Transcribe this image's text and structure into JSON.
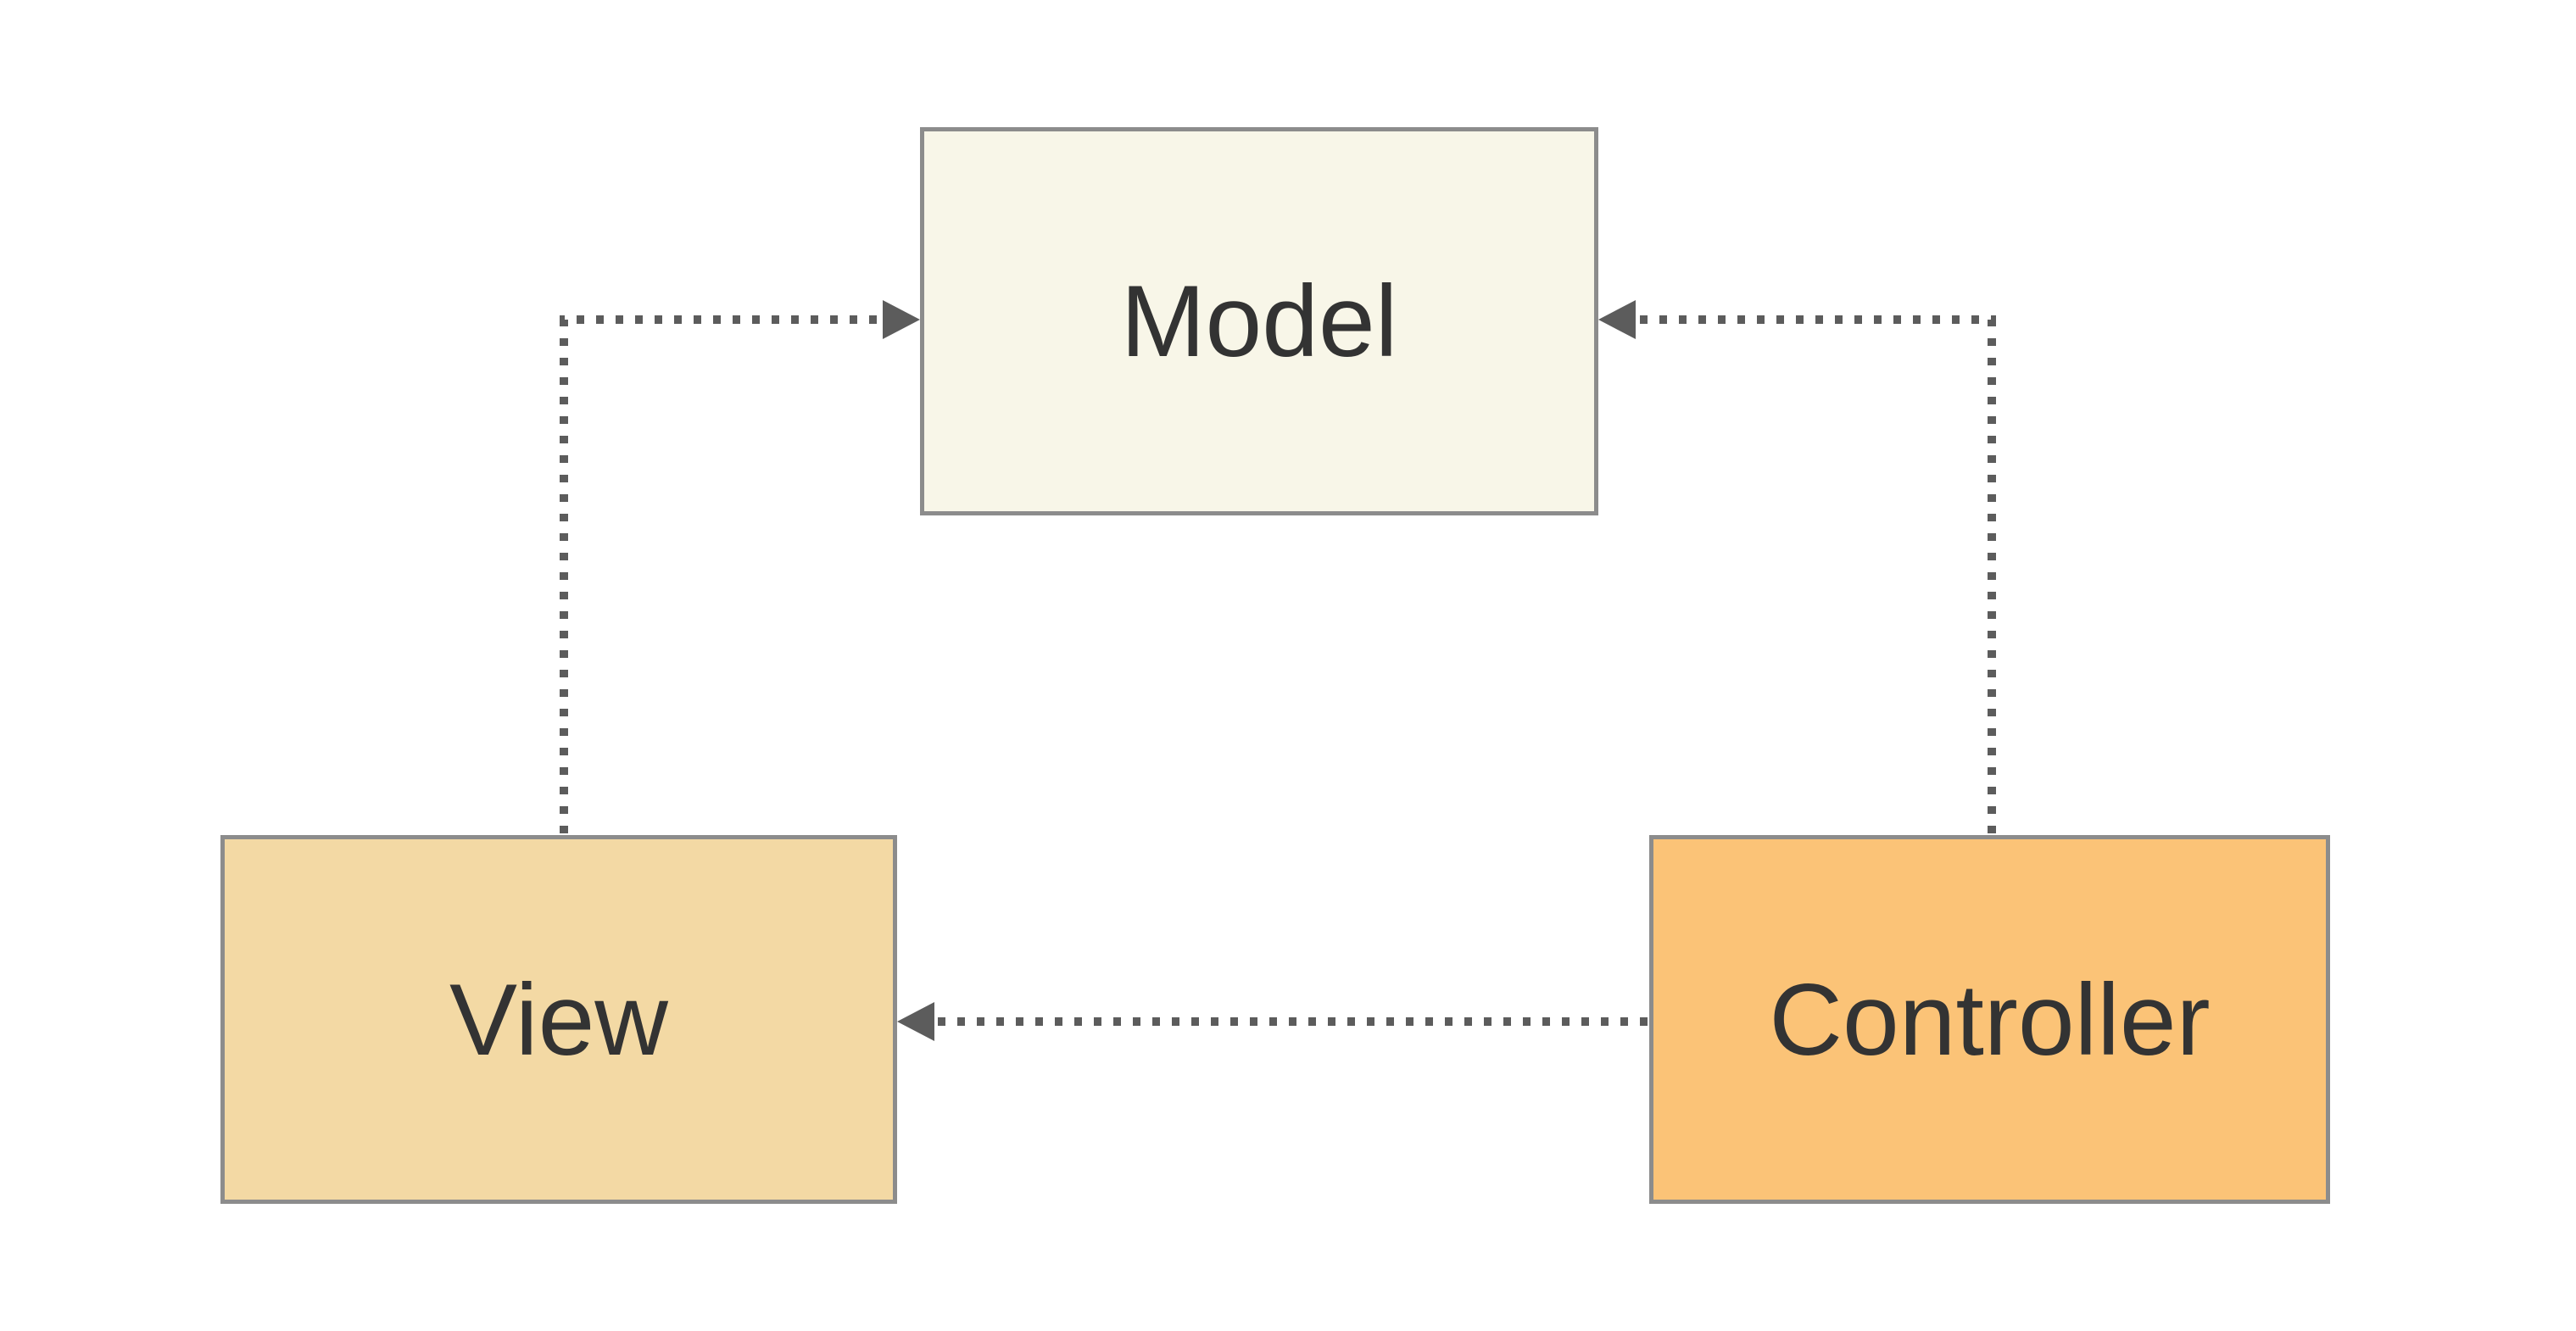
{
  "diagram": {
    "type": "architecture-diagram",
    "pattern": "Model-View-Controller",
    "background": "#FFFFFF",
    "nodes": {
      "model": {
        "label": "Model",
        "fill": "#F8F6E8",
        "border": "#8C8C8C",
        "position": "top-center"
      },
      "view": {
        "label": "View",
        "fill": "#F3D9A4",
        "border": "#8C8C8C",
        "position": "bottom-left"
      },
      "controller": {
        "label": "Controller",
        "fill": "#FBC377",
        "border": "#8C8C8C",
        "position": "bottom-right"
      }
    },
    "edges": [
      {
        "from": "View",
        "to": "Model",
        "line_style": "dotted",
        "arrow": "into Model left side"
      },
      {
        "from": "Controller",
        "to": "Model",
        "line_style": "dotted",
        "arrow": "into Model right side"
      },
      {
        "from": "Controller",
        "to": "View",
        "line_style": "dotted",
        "arrow": "into View right side"
      }
    ],
    "colors": {
      "connector": "#5C5C5C",
      "text": "#333333"
    }
  }
}
